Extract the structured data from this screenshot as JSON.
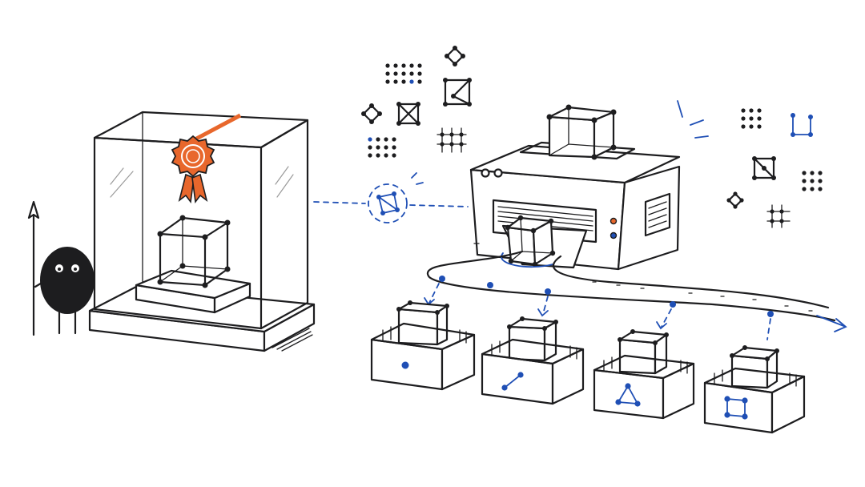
{
  "colors": {
    "ink": "#1d1d1f",
    "accent_blue": "#1f4fb5",
    "seal_orange": "#e8672c",
    "background": "#ffffff"
  },
  "bins": [
    {
      "pattern": "single-point"
    },
    {
      "pattern": "line-segment"
    },
    {
      "pattern": "triangle"
    },
    {
      "pattern": "square"
    }
  ]
}
